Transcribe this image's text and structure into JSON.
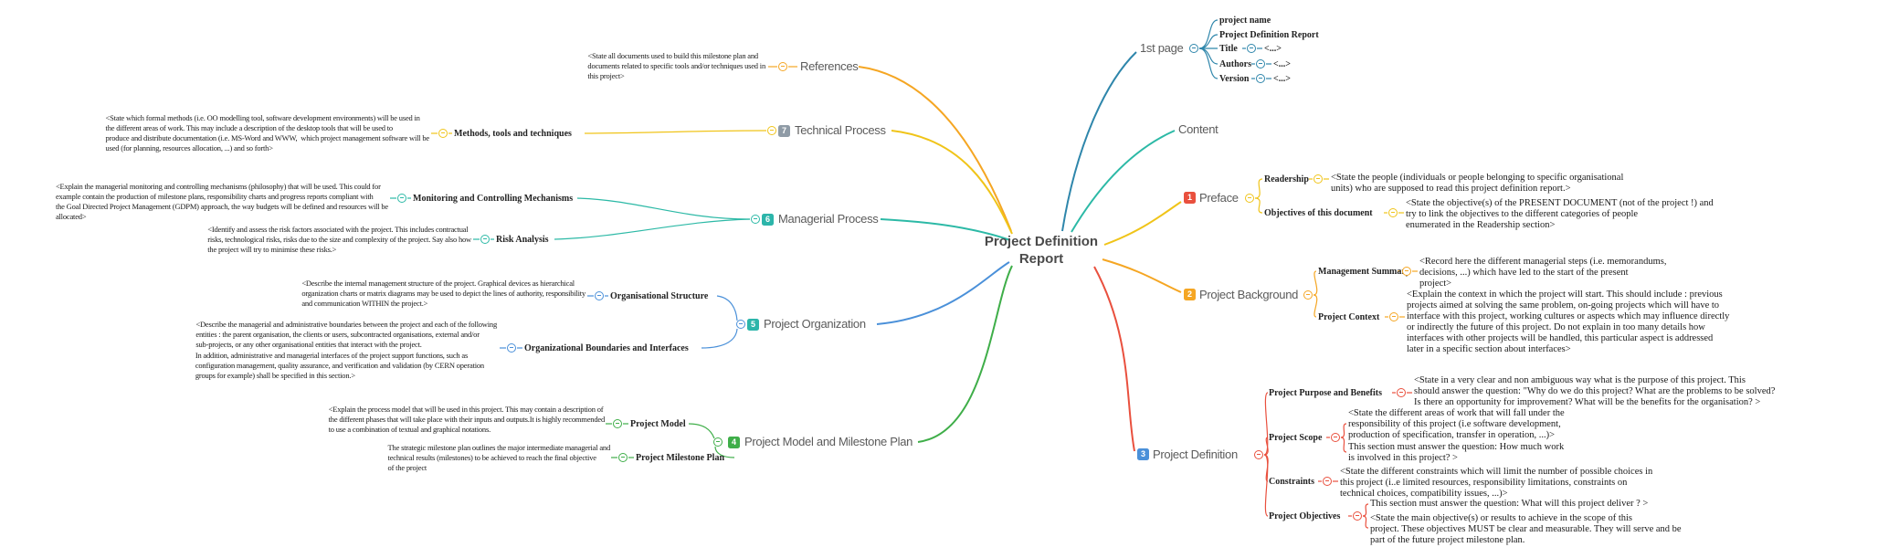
{
  "root": {
    "label": "Project Definition Report"
  },
  "colors": {
    "steel": "#2e86ab",
    "teal": "#2cb9a6",
    "yellow": "#f0c419",
    "orange": "#f5a623",
    "red": "#e9503e",
    "blue": "#4a90d9",
    "green": "#3fae49",
    "gray": "#8f9ba6"
  },
  "right": {
    "first_page": {
      "label": "1st page",
      "children": [
        {
          "label": "project name"
        },
        {
          "label": "Project Definition Report"
        },
        {
          "label": "Title",
          "value": "<...>"
        },
        {
          "label": "Authors",
          "value": "<...>"
        },
        {
          "label": "Version",
          "value": "<...>"
        }
      ]
    },
    "content": {
      "label": "Content"
    },
    "preface": {
      "number": "1",
      "label": "Preface",
      "readership": {
        "label": "Readership",
        "note": "<State the people (individuals or people belonging to specific organisational\nunits) who are supposed to read this project definition report.>"
      },
      "objectives": {
        "label": "Objectives of this document",
        "note": "<State the objective(s) of the PRESENT DOCUMENT (not of the project !) and\ntry to link the objectives to the different categories of people\nenumerated in the Readership section>"
      }
    },
    "background": {
      "number": "2",
      "label": "Project Background",
      "summary": {
        "label": "Management Summary",
        "note": "<Record here the different managerial steps (i.e. memorandums,\ndecisions, ...) which have led to the start of the present\nproject>"
      },
      "context": {
        "label": "Project Context",
        "note": "<Explain the context in which the project will start. This should include : previous\nprojects aimed at solving the same problem, on-going projects which will have to\ninterface with this project, working cultures or aspects which may influence directly\nor indirectly the future of this project. Do not explain in too many details how\ninterfaces with other projects will be handled, this particular aspect is addressed\nlater in a specific section about interfaces>"
      }
    },
    "definition": {
      "number": "3",
      "label": "Project Definition",
      "purpose": {
        "label": "Project Purpose and Benefits",
        "note": "<State in a very clear and non ambiguous way what is the purpose of this project. This\nshould answer the question: \"Why do we do this project? What are the problems to be solved?\nIs there an opportunity for improvement? What will be the benefits for the organisation? >"
      },
      "scope": {
        "label": "Project Scope",
        "note": "<State the different areas of work that will fall under the\nresponsibility of this project (i.e software development,\nproduction of specification, transfer in operation, ...)>",
        "note2": "This section must answer the question: How much work\nis involved in this project? >"
      },
      "constraints": {
        "label": "Constraints",
        "note": "<State the different constraints which will limit the number of possible choices in\nthis project (i..e limited resources, responsibility limitations, constraints on\ntechnical choices, compatibility issues, ...)>"
      },
      "objectives": {
        "label": "Project Objectives",
        "note": "This section must answer the question: What will this project deliver ? >",
        "note2": "<State the main objective(s) or results to achieve in the scope of this\nproject. These objectives MUST be clear and measurable. They will serve and be\npart of the future project milestone plan."
      }
    }
  },
  "left": {
    "references": {
      "label": "References",
      "note": "<State all documents used to build this milestone plan and\ndocuments related to specific tools and/or techniques used in\nthis project>"
    },
    "technical": {
      "number": "7",
      "label": "Technical Process",
      "methods": {
        "label": "Methods, tools and techniques",
        "note": "<State which formal methods (i.e. OO modelling tool, software development environments) will be used in\nthe different areas of work. This may include a description of the desktop tools that will be used to\nproduce and distribute documentation (i.e. MS-Word and WWW,  which project management software will be\nused (for planning, resources allocation, ...) and so forth>"
      }
    },
    "managerial": {
      "number": "6",
      "label": "Managerial Process",
      "monitoring": {
        "label": "Monitoring and Controlling Mechanisms",
        "note": "<Explain the managerial monitoring and controlling mechanisms (philosophy) that will be used. This could for\nexample contain the production of milestone plans, responsibility charts and progress reports compliant with\nthe Goal Directed Project Management (GDPM) approach, the way budgets will be defined and resources will be\nallocated>"
      },
      "risk": {
        "label": "Risk Analysis",
        "note": "<Identify and assess the risk factors associated with the project. This includes contractual\nrisks, technological risks, risks due to the size and complexity of the project. Say also how\nthe project will try to minimise these risks.>"
      }
    },
    "organization": {
      "number": "5",
      "label": "Project Organization",
      "structure": {
        "label": "Organisational Structure",
        "note": "<Describe the internal management structure of the project. Graphical devices as hierarchical\norganization charts or matrix diagrams may be used to depict the lines of authority, responsibility\nand communication WITHIN the project.>"
      },
      "boundaries": {
        "label": "Organizational Boundaries and Interfaces",
        "note": "<Describe the managerial and administrative boundaries between the project and each of the following\nentities : the parent organisation, the clients or users, subcontracted organisations, external and/or\nsub-projects, or any other organisational entities that interact with the project.",
        "note2": "In addition, administrative and managerial interfaces of the project support functions, such as\nconfiguration management, quality assurance, and verification and validation (by CERN operation\ngroups for example) shall be specified in this section.>"
      }
    },
    "model": {
      "number": "4",
      "label": "Project Model and Milestone Plan",
      "project_model": {
        "label": "Project Model",
        "note": "<Explain the process model that will be used in this project. This may contain a description of\nthe different phases that will take place with their inputs and outputs.It is highly recommended\nto use a combination of textual and graphical notations."
      },
      "milestone": {
        "label": "Project Milestone Plan",
        "note": "The strategic milestone plan outlines the major intermediate managerial and\ntechnical results (milestones) to be achieved to reach the final objective\nof the project"
      }
    }
  }
}
